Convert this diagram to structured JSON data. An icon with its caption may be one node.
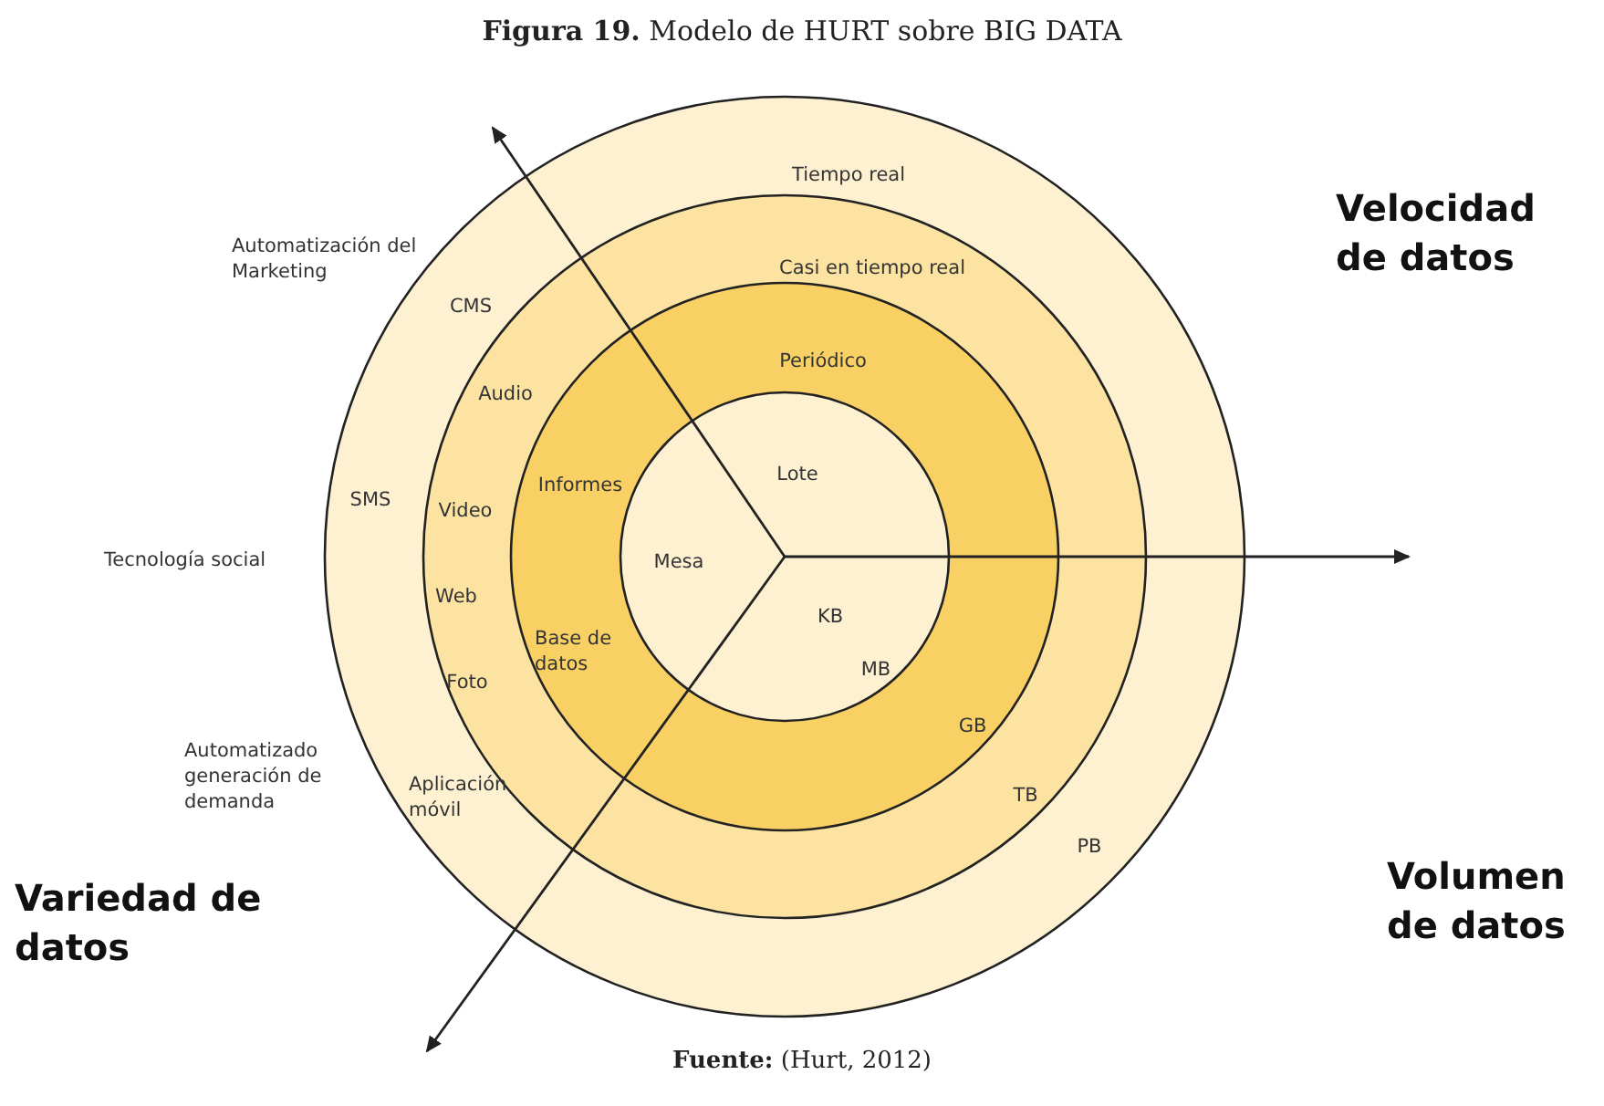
{
  "diagram": {
    "title": "**Figura 19.** Modelo de HURT sobre BIG DATA",
    "caption": "**Fuente:** (Hurt, 2012)",
    "labels": [
      "Tiempo real",
      "Velocidad de datos",
      "Automatización del Marketing",
      "Casi en tiempo real",
      "CMS",
      "Periódico",
      "Audio",
      "Lote",
      "Informes",
      "SMS",
      "Video",
      "Tecnología social",
      "Mesa",
      "Web",
      "KB",
      "Base de datos",
      "MB",
      "Foto",
      "GB",
      "Automatizado generación de demanda",
      "Aplicación móvil",
      "TB",
      "PB",
      "Variedad de datos",
      "Volumen de datos"
    ]
  }
}
